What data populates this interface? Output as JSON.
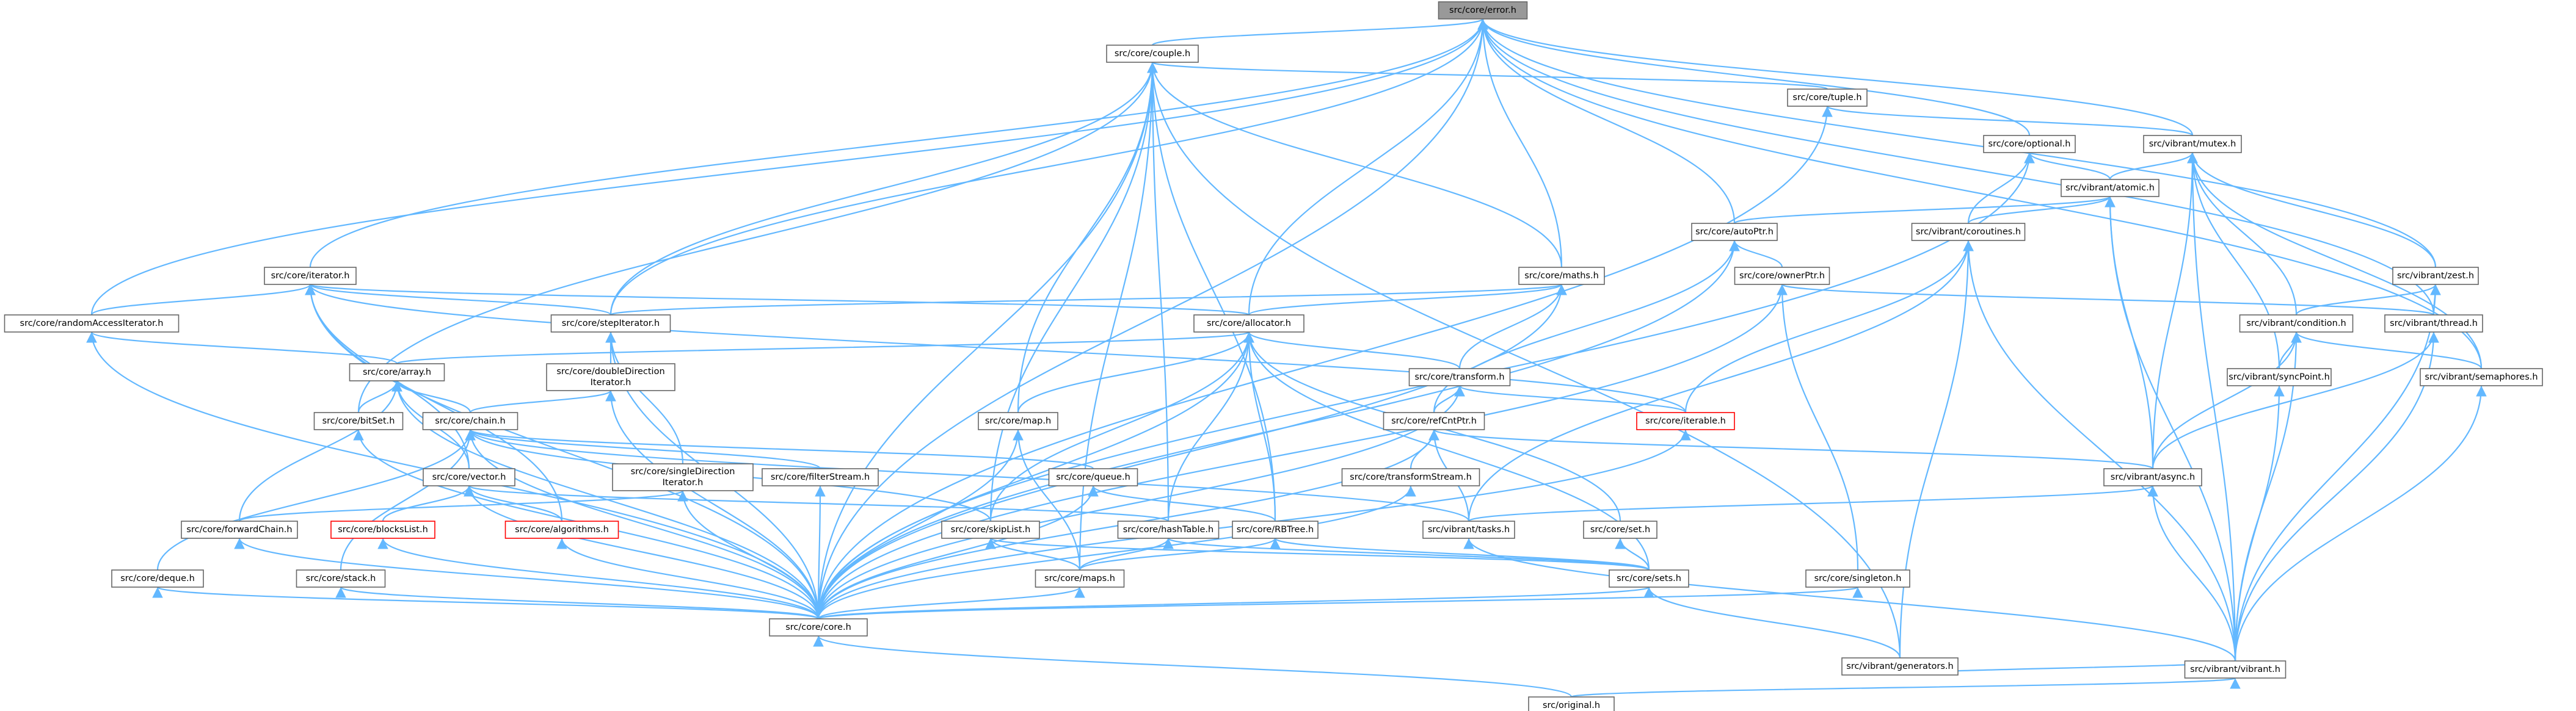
{
  "diagram": {
    "type": "include-dependency-graph",
    "edge_color": "#63b8ff",
    "node_border_color": "#666666",
    "root_fill_color": "#999999",
    "highlight_border_color": "#ff0000",
    "nodes": [
      {
        "id": "error",
        "label": "src/core/error.h",
        "root": true
      },
      {
        "id": "couple",
        "label": "src/core/couple.h"
      },
      {
        "id": "tuple",
        "label": "src/core/tuple.h"
      },
      {
        "id": "optional",
        "label": "src/core/optional.h"
      },
      {
        "id": "mutex",
        "label": "src/vibrant/mutex.h"
      },
      {
        "id": "atomic",
        "label": "src/vibrant/atomic.h"
      },
      {
        "id": "autoPtr",
        "label": "src/core/autoPtr.h"
      },
      {
        "id": "coroutines",
        "label": "src/vibrant/coroutines.h"
      },
      {
        "id": "iterator",
        "label": "src/core/iterator.h"
      },
      {
        "id": "maths",
        "label": "src/core/maths.h"
      },
      {
        "id": "ownerPtr",
        "label": "src/core/ownerPtr.h"
      },
      {
        "id": "zest",
        "label": "src/vibrant/zest.h"
      },
      {
        "id": "raiter",
        "label": "src/core/randomAccessIterator.h"
      },
      {
        "id": "stepIter",
        "label": "src/core/stepIterator.h"
      },
      {
        "id": "allocator",
        "label": "src/core/allocator.h"
      },
      {
        "id": "condition",
        "label": "src/vibrant/condition.h"
      },
      {
        "id": "vthread",
        "label": "src/vibrant/thread.h"
      },
      {
        "id": "array",
        "label": "src/core/array.h"
      },
      {
        "id": "dbliter",
        "label": "src/core/doubleDirection Iterator.h",
        "lines": [
          "src/core/doubleDirection",
          "Iterator.h"
        ]
      },
      {
        "id": "transform",
        "label": "src/core/transform.h"
      },
      {
        "id": "syncPoint",
        "label": "src/vibrant/syncPoint.h"
      },
      {
        "id": "semaphores",
        "label": "src/vibrant/semaphores.h"
      },
      {
        "id": "bitSet",
        "label": "src/core/bitSet.h"
      },
      {
        "id": "chain",
        "label": "src/core/chain.h"
      },
      {
        "id": "map",
        "label": "src/core/map.h"
      },
      {
        "id": "refCntPtr",
        "label": "src/core/refCntPtr.h"
      },
      {
        "id": "iterable",
        "label": "src/core/iterable.h",
        "red": true
      },
      {
        "id": "vector",
        "label": "src/core/vector.h"
      },
      {
        "id": "sdIter",
        "label": "src/core/singleDirection Iterator.h",
        "lines": [
          "src/core/singleDirection",
          "Iterator.h"
        ]
      },
      {
        "id": "filterStream",
        "label": "src/core/filterStream.h"
      },
      {
        "id": "queue",
        "label": "src/core/queue.h"
      },
      {
        "id": "tStream",
        "label": "src/core/transformStream.h"
      },
      {
        "id": "async",
        "label": "src/vibrant/async.h"
      },
      {
        "id": "fwdChain",
        "label": "src/core/forwardChain.h"
      },
      {
        "id": "blocksList",
        "label": "src/core/blocksList.h",
        "red": true
      },
      {
        "id": "algorithms",
        "label": "src/core/algorithms.h",
        "red": true
      },
      {
        "id": "skipList",
        "label": "src/core/skipList.h"
      },
      {
        "id": "hashTable",
        "label": "src/core/hashTable.h"
      },
      {
        "id": "rbtree",
        "label": "src/core/RBTree.h"
      },
      {
        "id": "tasks",
        "label": "src/vibrant/tasks.h"
      },
      {
        "id": "set",
        "label": "src/core/set.h"
      },
      {
        "id": "deque",
        "label": "src/core/deque.h"
      },
      {
        "id": "stack",
        "label": "src/core/stack.h"
      },
      {
        "id": "maps",
        "label": "src/core/maps.h"
      },
      {
        "id": "sets",
        "label": "src/core/sets.h"
      },
      {
        "id": "singleton",
        "label": "src/core/singleton.h"
      },
      {
        "id": "coreh",
        "label": "src/core/core.h"
      },
      {
        "id": "generators",
        "label": "src/vibrant/generators.h"
      },
      {
        "id": "vibrant",
        "label": "src/vibrant/vibrant.h"
      },
      {
        "id": "original",
        "label": "src/original.h"
      }
    ],
    "edges": [
      [
        "couple",
        "error"
      ],
      [
        "tuple",
        "couple"
      ],
      [
        "optional",
        "error"
      ],
      [
        "mutex",
        "error"
      ],
      [
        "mutex",
        "tuple"
      ],
      [
        "atomic",
        "mutex"
      ],
      [
        "atomic",
        "optional"
      ],
      [
        "autoPtr",
        "error"
      ],
      [
        "autoPtr",
        "atomic"
      ],
      [
        "coroutines",
        "optional"
      ],
      [
        "coroutines",
        "atomic"
      ],
      [
        "iterator",
        "error"
      ],
      [
        "maths",
        "error"
      ],
      [
        "maths",
        "couple"
      ],
      [
        "ownerPtr",
        "autoPtr"
      ],
      [
        "zest",
        "error"
      ],
      [
        "zest",
        "mutex"
      ],
      [
        "raiter",
        "error"
      ],
      [
        "raiter",
        "iterator"
      ],
      [
        "stepIter",
        "error"
      ],
      [
        "stepIter",
        "couple"
      ],
      [
        "stepIter",
        "iterator"
      ],
      [
        "stepIter",
        "maths"
      ],
      [
        "allocator",
        "error"
      ],
      [
        "allocator",
        "maths"
      ],
      [
        "allocator",
        "iterator"
      ],
      [
        "condition",
        "mutex"
      ],
      [
        "condition",
        "zest"
      ],
      [
        "vthread",
        "error"
      ],
      [
        "vthread",
        "ownerPtr"
      ],
      [
        "vthread",
        "zest"
      ],
      [
        "array",
        "raiter"
      ],
      [
        "array",
        "allocator"
      ],
      [
        "dbliter",
        "stepIter"
      ],
      [
        "transform",
        "maths"
      ],
      [
        "transform",
        "allocator"
      ],
      [
        "syncPoint",
        "mutex"
      ],
      [
        "syncPoint",
        "condition"
      ],
      [
        "semaphores",
        "error"
      ],
      [
        "semaphores",
        "mutex"
      ],
      [
        "semaphores",
        "condition"
      ],
      [
        "bitSet",
        "couple"
      ],
      [
        "bitSet",
        "array"
      ],
      [
        "chain",
        "array"
      ],
      [
        "chain",
        "dbliter"
      ],
      [
        "map",
        "couple"
      ],
      [
        "map",
        "allocator"
      ],
      [
        "refCntPtr",
        "autoPtr"
      ],
      [
        "refCntPtr",
        "transform"
      ],
      [
        "iterable",
        "transform"
      ],
      [
        "iterable",
        "iterator"
      ],
      [
        "iterable",
        "coroutines"
      ],
      [
        "vector",
        "array"
      ],
      [
        "vector",
        "iterator"
      ],
      [
        "sdIter",
        "stepIter"
      ],
      [
        "filterStream",
        "chain"
      ],
      [
        "queue",
        "chain"
      ],
      [
        "tStream",
        "refCntPtr"
      ],
      [
        "async",
        "atomic"
      ],
      [
        "async",
        "mutex"
      ],
      [
        "async",
        "refCntPtr"
      ],
      [
        "async",
        "condition"
      ],
      [
        "async",
        "vthread"
      ],
      [
        "fwdChain",
        "array"
      ],
      [
        "fwdChain",
        "sdIter"
      ],
      [
        "blocksList",
        "vector"
      ],
      [
        "algorithms",
        "vector"
      ],
      [
        "algorithms",
        "iterator"
      ],
      [
        "skipList",
        "couple"
      ],
      [
        "skipList",
        "allocator"
      ],
      [
        "skipList",
        "chain"
      ],
      [
        "hashTable",
        "couple"
      ],
      [
        "hashTable",
        "allocator"
      ],
      [
        "hashTable",
        "vector"
      ],
      [
        "rbtree",
        "couple"
      ],
      [
        "rbtree",
        "allocator"
      ],
      [
        "rbtree",
        "queue"
      ],
      [
        "tasks",
        "chain"
      ],
      [
        "tasks",
        "async"
      ],
      [
        "tasks",
        "refCntPtr"
      ],
      [
        "tasks",
        "coroutines"
      ],
      [
        "set",
        "allocator"
      ],
      [
        "deque",
        "chain"
      ],
      [
        "stack",
        "chain"
      ],
      [
        "maps",
        "hashTable"
      ],
      [
        "maps",
        "rbtree"
      ],
      [
        "maps",
        "skipList"
      ],
      [
        "maps",
        "map"
      ],
      [
        "maps",
        "couple"
      ],
      [
        "sets",
        "set"
      ],
      [
        "sets",
        "hashTable"
      ],
      [
        "sets",
        "rbtree"
      ],
      [
        "sets",
        "skipList"
      ],
      [
        "sets",
        "allocator"
      ],
      [
        "singleton",
        "ownerPtr"
      ],
      [
        "coreh",
        "error"
      ],
      [
        "coreh",
        "couple"
      ],
      [
        "coreh",
        "tuple"
      ],
      [
        "coreh",
        "maths"
      ],
      [
        "coreh",
        "autoPtr"
      ],
      [
        "coreh",
        "ownerPtr"
      ],
      [
        "coreh",
        "allocator"
      ],
      [
        "coreh",
        "array"
      ],
      [
        "coreh",
        "bitSet"
      ],
      [
        "coreh",
        "chain"
      ],
      [
        "coreh",
        "vector"
      ],
      [
        "coreh",
        "map"
      ],
      [
        "coreh",
        "maps"
      ],
      [
        "coreh",
        "sets"
      ],
      [
        "coreh",
        "iterable"
      ],
      [
        "coreh",
        "refCntPtr"
      ],
      [
        "coreh",
        "tStream"
      ],
      [
        "coreh",
        "filterStream"
      ],
      [
        "coreh",
        "queue"
      ],
      [
        "coreh",
        "fwdChain"
      ],
      [
        "coreh",
        "deque"
      ],
      [
        "coreh",
        "stack"
      ],
      [
        "coreh",
        "blocksList"
      ],
      [
        "coreh",
        "algorithms"
      ],
      [
        "coreh",
        "singleton"
      ],
      [
        "coreh",
        "transform"
      ],
      [
        "coreh",
        "iterator"
      ],
      [
        "coreh",
        "stepIter"
      ],
      [
        "coreh",
        "sdIter"
      ],
      [
        "coreh",
        "dbliter"
      ],
      [
        "coreh",
        "raiter"
      ],
      [
        "coreh",
        "optional"
      ],
      [
        "generators",
        "coroutines"
      ],
      [
        "generators",
        "couple"
      ],
      [
        "generators",
        "sets"
      ],
      [
        "vibrant",
        "generators"
      ],
      [
        "vibrant",
        "mutex"
      ],
      [
        "vibrant",
        "atomic"
      ],
      [
        "vibrant",
        "async"
      ],
      [
        "vibrant",
        "tasks"
      ],
      [
        "vibrant",
        "condition"
      ],
      [
        "vibrant",
        "syncPoint"
      ],
      [
        "vibrant",
        "semaphores"
      ],
      [
        "vibrant",
        "vthread"
      ],
      [
        "vibrant",
        "zest"
      ],
      [
        "vibrant",
        "coroutines"
      ],
      [
        "original",
        "coreh"
      ],
      [
        "original",
        "vibrant"
      ]
    ]
  }
}
